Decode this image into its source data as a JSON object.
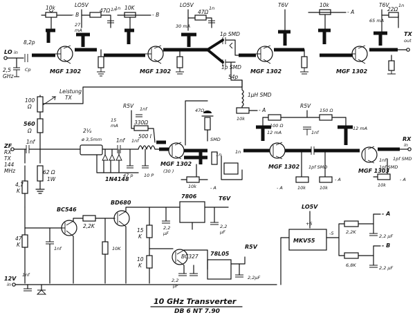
{
  "title": "10 GHz Transverter",
  "subtitle": "DB 6 NT 7.90",
  "ports": {
    "lo": "LO",
    "lo_in": "in",
    "lo_freq": "2,5",
    "lo_ghz": "GHz",
    "tx": "TX",
    "tx_out": "out",
    "rx": "RX",
    "rx_in": "in",
    "zf": "ZF",
    "zf_rx": "RX",
    "zf_tx": "TX",
    "zf_freq": "144",
    "zf_mhz": "MHz",
    "supply": "12V",
    "supply_in": "in"
  },
  "lo_chain": {
    "c_in": "8,2p",
    "cp": "Cp",
    "t1": "MGF 1302",
    "t2": "MGF 1302",
    "t3": "MGF 1302",
    "t4": "MGF 1302",
    "r10k_1": "10k",
    "minus_b_1": "- B",
    "lo5v_1": "LO5V",
    "r27": "27",
    "ma_1": "mA",
    "r47_1": "47Ω",
    "c1n_1": "1n",
    "r10k_2": "10K",
    "minus_b_2": "- B",
    "c1n_2": "1n",
    "lo5v_2": "LO5V",
    "ma_2": "30 mA",
    "r47_2": "47Ω",
    "c1n_3": "1n",
    "smd_1": "1p SMD",
    "smd_2": "1p SMD",
    "c54p": "54p",
    "t6v_1": "T6V",
    "r10k_3": "10k",
    "minus_a_1": "- A",
    "t6v_2": "T6V",
    "ma_3": "65 mA",
    "r22": "22Ω",
    "c1n_4": "1n"
  },
  "mid": {
    "leistung": "Leistung",
    "leistung_tx": "TX",
    "r100": "100",
    "ohm_1": "Ω",
    "r560": "560",
    "ohm_2": "Ω",
    "c1nf_1": "1nf",
    "coil_label": "2¼",
    "coil_size": "ø 3,5mm",
    "c1nf_2": "1nf",
    "r62": "62 Ω",
    "r62_w": "1W",
    "r4k7": "4,7",
    "r4k7_k": "K",
    "d1": "1N4148",
    "r5v": "R5V",
    "ma_4": "15",
    "ma_4u": "mA",
    "c1nf_3": "1nf",
    "r330": "330Ω",
    "l500": "500 I",
    "c1nf_4": "1nf",
    "c47p": "47 p",
    "c10p": "10 P",
    "t5": "MGF 1302",
    "t5b": "(30 )",
    "r47_3": "47Ω",
    "smd_3": "SMD",
    "c1n_5": "1n",
    "c1n_6": "1n",
    "r10k_4": "10k",
    "minus_a_2": "- A",
    "l1uh": "1µH SMD",
    "r10k_5": "10k",
    "minus_a_3": "- A"
  },
  "rx_chain": {
    "r5v": "R5V",
    "r100": "100 Ω",
    "ma_5": "12 mA",
    "r150": "150 Ω",
    "ma_6": "12 mA",
    "c1nf_5": "1nf",
    "t6": "MGF 1302",
    "t7": "MGF 1303",
    "smd_4": "1pf SMD",
    "smd_5": "1pf SMD",
    "smd_6": "1pf SMD",
    "c1nf_6": "1nf",
    "r10k_6": "10k",
    "minus_a_4": "- A",
    "r10k_7": "10k",
    "minus_a_5": "- A",
    "r10k_8": "10k",
    "minus_a_6": "- A"
  },
  "power": {
    "bc546": "BC546",
    "bd680": "BD680",
    "r2k2": "2,2K",
    "r47k_1": "47",
    "r47k_1u": "K",
    "c1nf_7": "1nf",
    "r10k_9": "10K",
    "reg_7806": "7806",
    "t6v": "T6V",
    "c2u2_1": "2,2",
    "c2u2_1u": "µF",
    "c2u2_2": "2,2",
    "c2u2_2u": "µF",
    "bc327": "BC327",
    "r15k": "15",
    "r15k_u": "K",
    "r10k_10": "10",
    "r10k_10u": "K",
    "reg_78l05": "78L05",
    "r5v": "R5V",
    "c2u2_3": "2,2",
    "c2u2_3u": "µF",
    "c2u2_4": "2,2µF",
    "c2u2_5": "2,2",
    "c2u2_5u": "µF",
    "c1nf_8": "1nf",
    "supply_v": "12V",
    "supply_in": "in"
  },
  "neg": {
    "lo5v": "LO5V",
    "ic": "MKV55",
    "pin_p5": "+5",
    "pin_m5": "-5",
    "r2k2": "2,2K",
    "r6k8": "6,8K",
    "minus_a": "- A",
    "minus_b": "- B",
    "c2u2_1": "2,2 µF",
    "c2u2_2": "2,2 µF"
  }
}
